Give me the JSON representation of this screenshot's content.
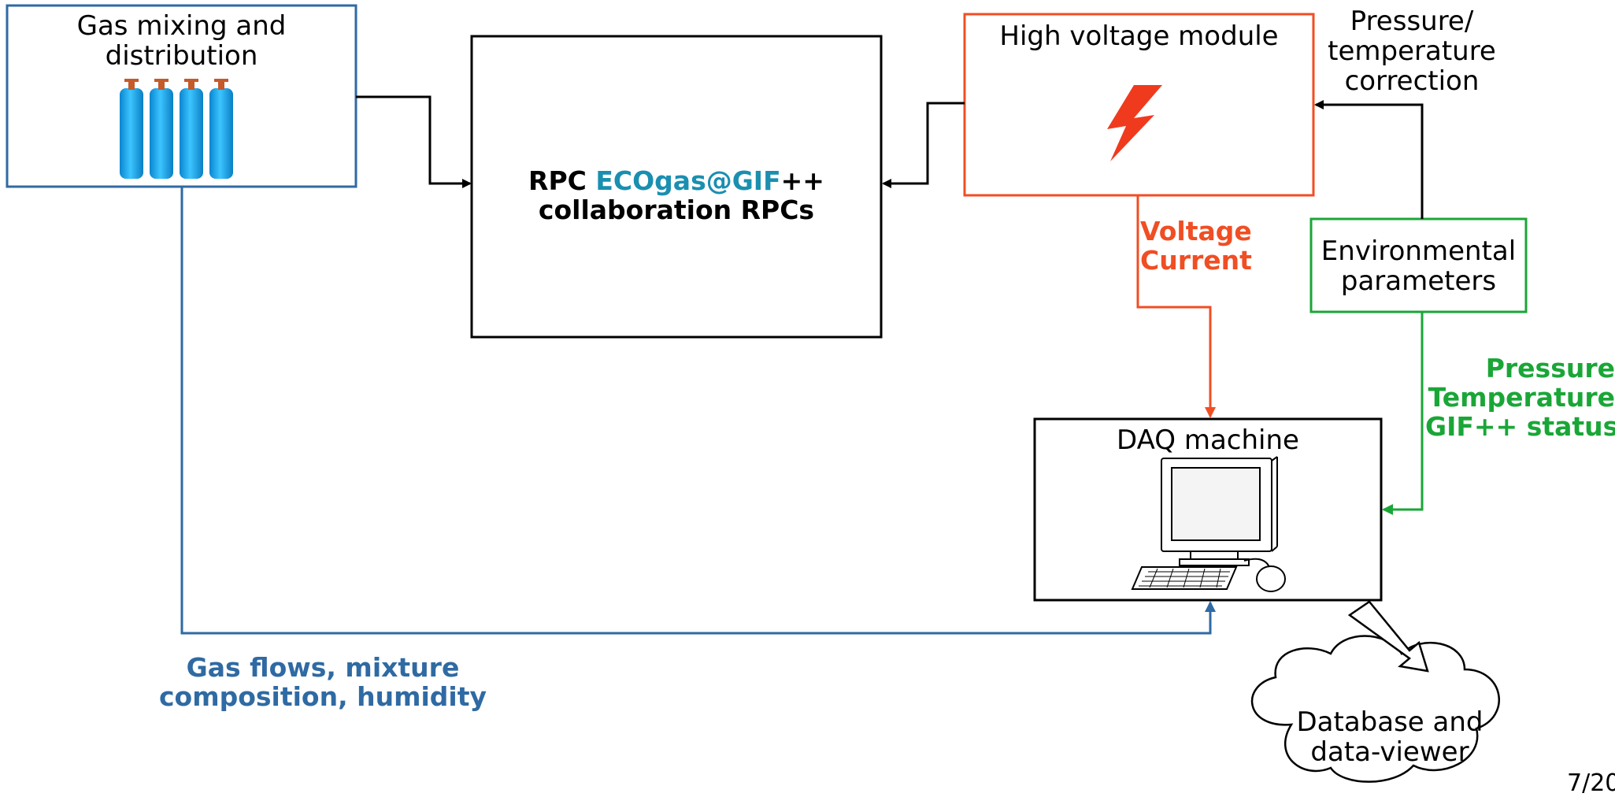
{
  "gas_box": {
    "line1": "Gas mixing and",
    "line2": "distribution"
  },
  "rpc_box": {
    "prefix": "RPC ",
    "highlight": "ECOgas@GIF",
    "suffix": "++",
    "line2": "collaboration RPCs"
  },
  "hv_box": {
    "title": "High voltage module"
  },
  "pt_correction": {
    "line1": "Pressure/",
    "line2": "temperature",
    "line3": "correction"
  },
  "env_box": {
    "line1": "Environmental",
    "line2": "parameters"
  },
  "hv_signals": {
    "line1": "Voltage",
    "line2": "Current"
  },
  "env_signals": {
    "line1": "Pressure",
    "line2": "Temperature",
    "line3": "GIF++ status"
  },
  "daq_box": {
    "title": "DAQ machine"
  },
  "gas_signals": {
    "line1": "Gas flows, mixture",
    "line2": "composition, humidity"
  },
  "database_cloud": {
    "line1": "Database and",
    "line2": "data-viewer"
  },
  "page_number": "7/20",
  "colors": {
    "hv": "#f04e23",
    "env": "#1aa637",
    "gas": "#2f6aa3",
    "eco": "#1a8fb0",
    "cylinder": "#12a4ea"
  }
}
